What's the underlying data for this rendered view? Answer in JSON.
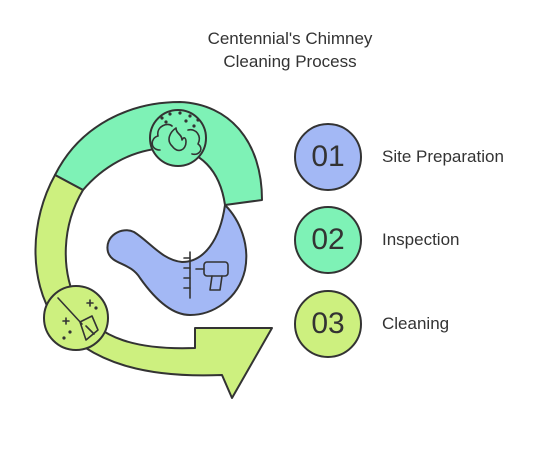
{
  "title": {
    "line1": "Centennial's Chimney",
    "line2": "Cleaning Process"
  },
  "steps": [
    {
      "number": "01",
      "label": "Site Preparation",
      "color": "#a3b8f5",
      "icon": "fire-icon"
    },
    {
      "number": "02",
      "label": "Inspection",
      "color": "#7ef2b6",
      "icon": "drill-icon"
    },
    {
      "number": "03",
      "label": "Cleaning",
      "color": "#cdf07f",
      "icon": "broom-icon"
    }
  ],
  "cycle_colors": {
    "green": "#7ef2b6",
    "blue": "#a3b8f5",
    "lime": "#cdf07f",
    "stroke": "#333333"
  }
}
